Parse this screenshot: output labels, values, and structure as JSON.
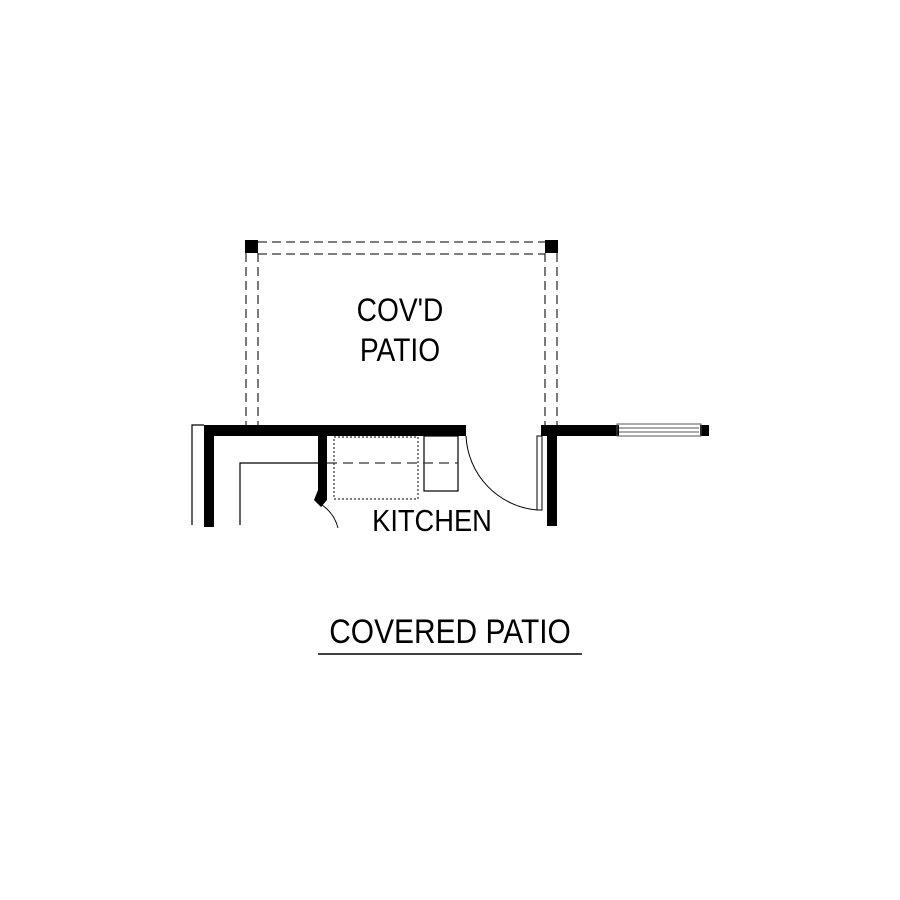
{
  "plan": {
    "title": "COVERED PATIO",
    "rooms": [
      {
        "id": "covd-patio",
        "line1": "COV'D",
        "line2": "PATIO"
      },
      {
        "id": "kitchen",
        "label": "KITCHEN"
      }
    ]
  },
  "colors": {
    "wall": "#000000",
    "background": "#ffffff",
    "dashed": "#333333"
  }
}
